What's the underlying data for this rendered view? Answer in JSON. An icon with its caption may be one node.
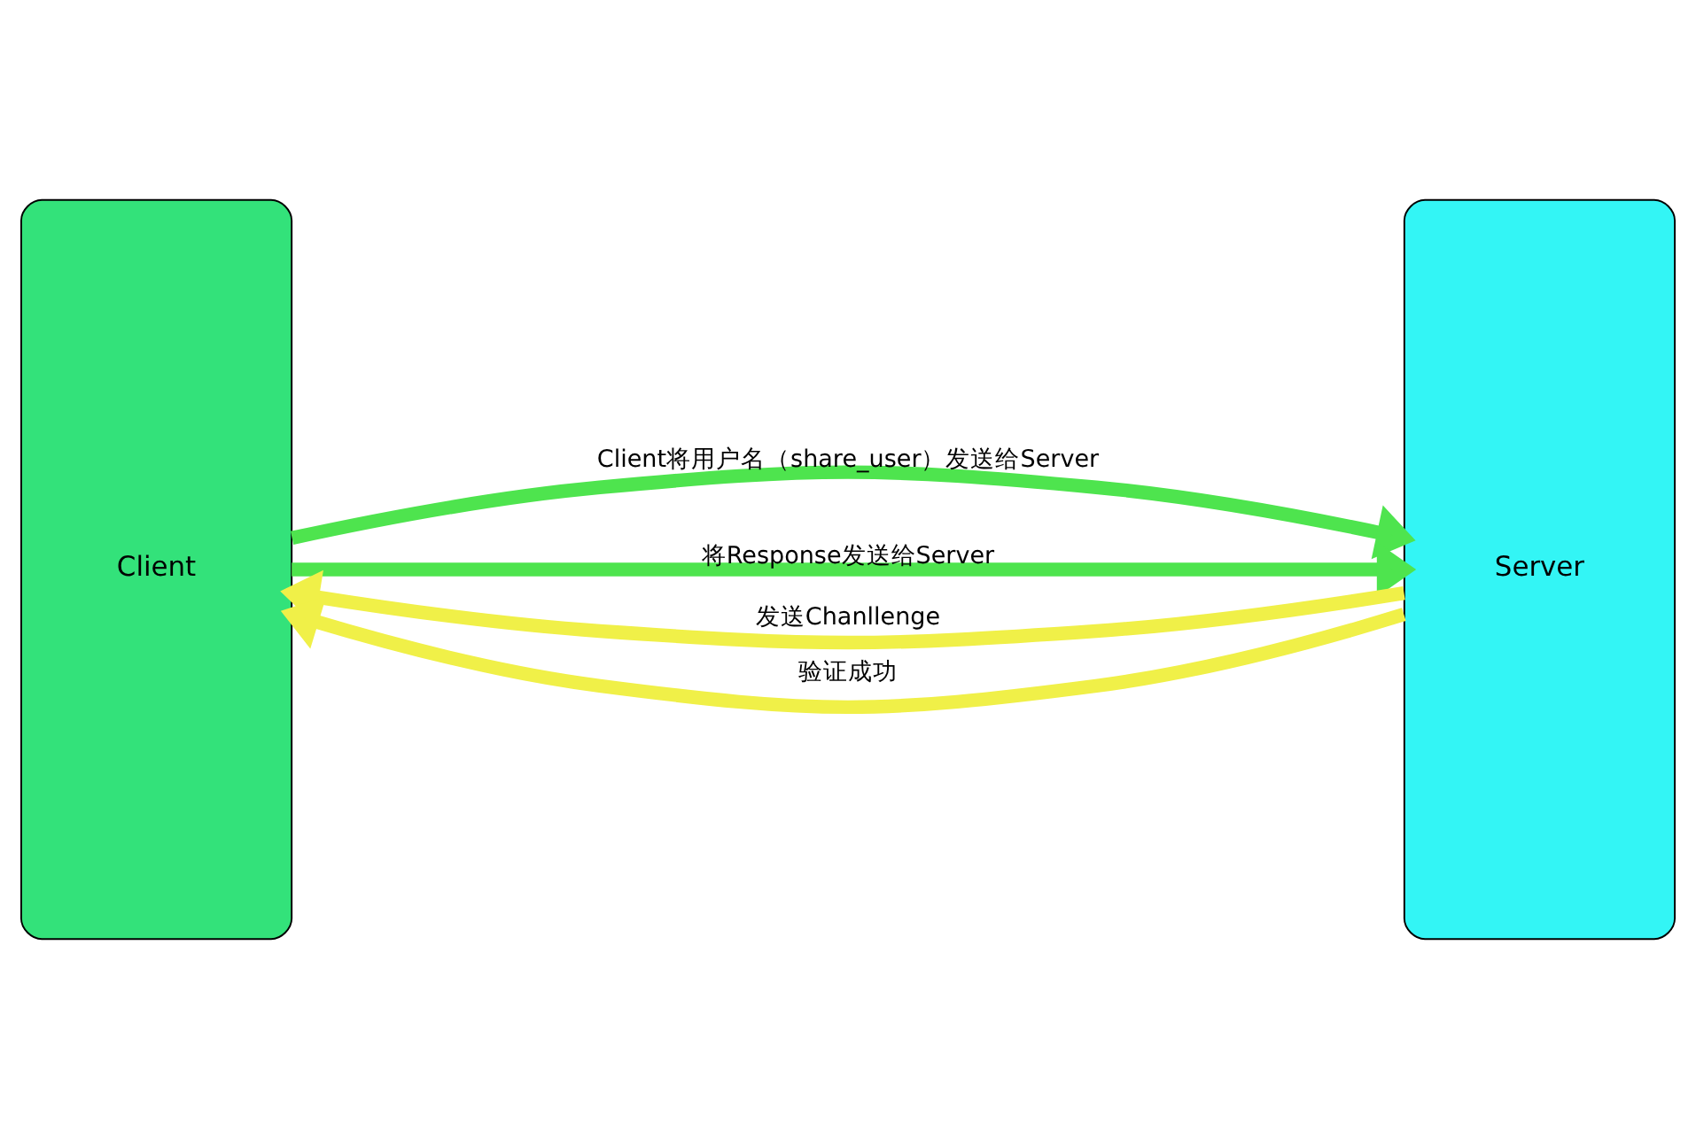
{
  "diagram": {
    "nodes": [
      {
        "text": [
          "Client"
        ]
      },
      {
        "text": [
          "Server"
        ]
      }
    ],
    "edges": [
      {
        "from": 0,
        "to": 1,
        "arrow": "to",
        "label": "Client将用户名（share_user）发送给Server",
        "color": "#4ee44e"
      },
      {
        "from": 1,
        "to": 0,
        "arrow": "to",
        "label": "发送Chanllenge",
        "color": "#f0f048"
      },
      {
        "from": 0,
        "to": 1,
        "arrow": "to",
        "label": "将Response发送给Server",
        "color": "#4ee44e"
      },
      {
        "from": 1,
        "to": 0,
        "arrow": "to",
        "label": "验证成功",
        "color": "#f0f048"
      }
    ]
  }
}
